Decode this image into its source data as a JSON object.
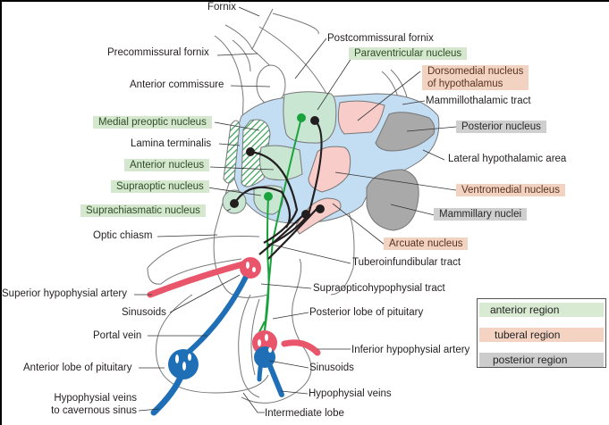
{
  "title": "Hypothalamus and pituitary gland anatomy",
  "labels": {
    "fornix": "Fornix",
    "precommissural_fornix": "Precommissural fornix",
    "postcommissural_fornix": "Postcommissural fornix",
    "anterior_commissure": "Anterior commissure",
    "paraventricular_nucleus": "Paraventricular nucleus",
    "dorsomedial_nucleus_line1": "Dorsomedial nucleus",
    "dorsomedial_nucleus_line2": "of hypothalamus",
    "mammillothalamic_tract": "Mammillothalamic tract",
    "medial_preoptic_nucleus": "Medial preoptic nucleus",
    "posterior_nucleus": "Posterior nucleus",
    "lamina_terminalis": "Lamina terminalis",
    "anterior_nucleus": "Anterior nucleus",
    "lateral_hypothalamic_area": "Lateral hypothalamic area",
    "supraoptic_nucleus": "Supraoptic nucleus",
    "ventromedial_nucleus": "Ventromedial nucleus",
    "suprachiasmatic_nucleus": "Suprachiasmatic nucleus",
    "mammillary_nuclei": "Mammillary nuclei",
    "optic_chiasm": "Optic chiasm",
    "arcuate_nucleus": "Arcuate nucleus",
    "tuberoinfundibular_tract": "Tuberoinfundibular tract",
    "superior_hypophysial_artery": "Superior hypophysial artery",
    "supraopticohypophysial_tract": "Supraopticohypophysial tract",
    "sinusoids_upper": "Sinusoids",
    "posterior_lobe": "Posterior lobe of pituitary",
    "portal_vein": "Portal vein",
    "inferior_hypophysial_artery": "Inferior hypophysial artery",
    "anterior_lobe": "Anterior lobe of pituitary",
    "sinusoids_lower": "Sinusoids",
    "hypophysial_veins_cavernous_line1": "Hypophysial veins",
    "hypophysial_veins_cavernous_line2": "to cavernous sinus",
    "hypophysial_veins": "Hypophysial veins",
    "intermediate_lobe": "Intermediate lobe"
  },
  "legend": {
    "items": [
      {
        "label": "anterior region",
        "color": "#d9ead3"
      },
      {
        "label": "tuberal region",
        "color": "#f4d3c3"
      },
      {
        "label": "posterior region",
        "color": "#cccccc"
      }
    ]
  },
  "colors": {
    "anterior_fill": "#c9e6d3",
    "tuberal_fill": "#f8cdc9",
    "posterior_fill": "#a9a9a9",
    "hypothalamus_area": "#c3ddf2",
    "artery": "#e9566b",
    "vein": "#1f6fb7",
    "neuron_green": "#1aa33c",
    "neuron_black": "#231f20"
  }
}
